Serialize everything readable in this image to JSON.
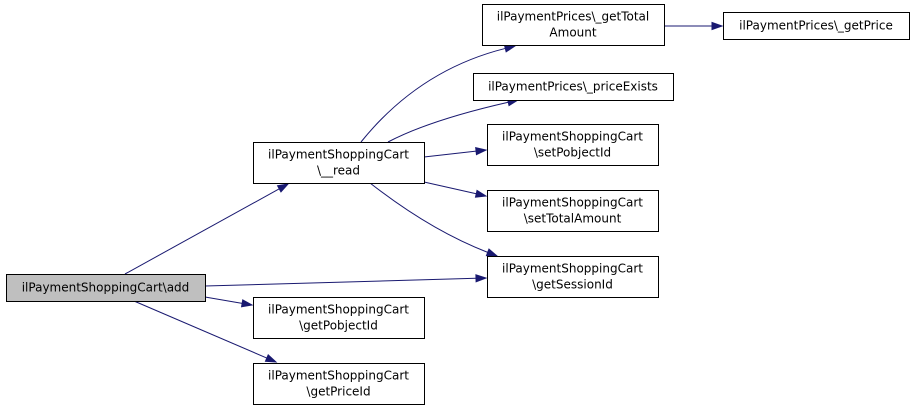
{
  "colors": {
    "edge": "#191970",
    "root_fill": "#bfbfbf",
    "node_fill": "#ffffff",
    "node_border": "#000000"
  },
  "nodes": [
    {
      "id": "add",
      "lines": [
        "ilPaymentShoppingCart\\add"
      ],
      "highlight": true
    },
    {
      "id": "read",
      "lines": [
        "ilPaymentShoppingCart",
        "\\__read"
      ]
    },
    {
      "id": "getPobjectId",
      "lines": [
        "ilPaymentShoppingCart",
        "\\getPobjectId"
      ]
    },
    {
      "id": "getPriceId",
      "lines": [
        "ilPaymentShoppingCart",
        "\\getPriceId"
      ]
    },
    {
      "id": "getSessionId",
      "lines": [
        "ilPaymentShoppingCart",
        "\\getSessionId"
      ]
    },
    {
      "id": "getTotalAmount",
      "lines": [
        "ilPaymentPrices\\_getTotal",
        "Amount"
      ]
    },
    {
      "id": "priceExists",
      "lines": [
        "ilPaymentPrices\\_priceExists"
      ]
    },
    {
      "id": "setPobjectId",
      "lines": [
        "ilPaymentShoppingCart",
        "\\setPobjectId"
      ]
    },
    {
      "id": "setTotalAmount",
      "lines": [
        "ilPaymentShoppingCart",
        "\\setTotalAmount"
      ]
    },
    {
      "id": "getPrice",
      "lines": [
        "ilPaymentPrices\\_getPrice"
      ]
    }
  ],
  "edges": [
    {
      "from": "add",
      "to": "read"
    },
    {
      "from": "add",
      "to": "getSessionId"
    },
    {
      "from": "add",
      "to": "getPobjectId"
    },
    {
      "from": "add",
      "to": "getPriceId"
    },
    {
      "from": "read",
      "to": "getTotalAmount"
    },
    {
      "from": "read",
      "to": "priceExists"
    },
    {
      "from": "read",
      "to": "setPobjectId"
    },
    {
      "from": "read",
      "to": "setTotalAmount"
    },
    {
      "from": "read",
      "to": "getSessionId"
    },
    {
      "from": "getTotalAmount",
      "to": "getPrice"
    }
  ]
}
